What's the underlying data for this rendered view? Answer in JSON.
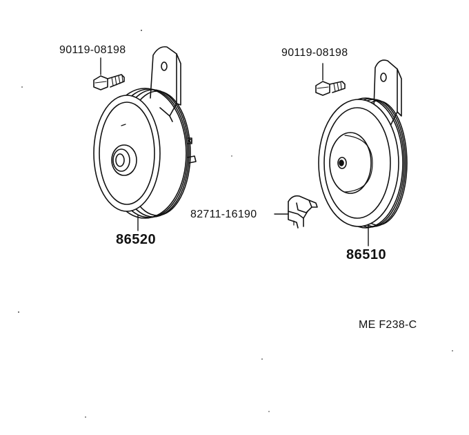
{
  "diagram": {
    "labels": {
      "bolt_left": "90119-08198",
      "bolt_right": "90119-08198",
      "horn_left": "86520",
      "horn_right": "86510",
      "clip": "82711-16190",
      "figure_code": "ME F238-C"
    },
    "parts": [
      {
        "name": "bolt-left",
        "part_number": "90119-08198"
      },
      {
        "name": "horn-low",
        "part_number": "86520"
      },
      {
        "name": "bolt-right",
        "part_number": "90119-08198"
      },
      {
        "name": "horn-high",
        "part_number": "86510"
      },
      {
        "name": "wire-clip",
        "part_number": "82711-16190"
      }
    ],
    "stroke_color": "#111111",
    "background": "#ffffff"
  }
}
